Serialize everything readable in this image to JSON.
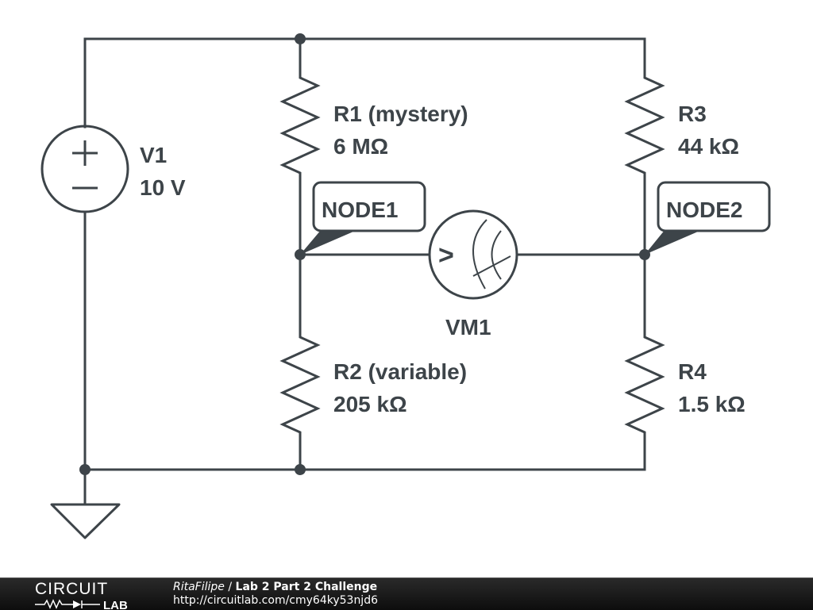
{
  "circuit": {
    "components": {
      "V1": {
        "name": "V1",
        "value": "10 V",
        "type": "voltage-source"
      },
      "R1": {
        "name": "R1 (mystery)",
        "value": "6 MΩ",
        "type": "resistor"
      },
      "R2": {
        "name": "R2 (variable)",
        "value": "205 kΩ",
        "type": "resistor"
      },
      "R3": {
        "name": "R3",
        "value": "44 kΩ",
        "type": "resistor"
      },
      "R4": {
        "name": "R4",
        "value": "1.5 kΩ",
        "type": "resistor"
      },
      "VM1": {
        "name": "VM1",
        "type": "voltmeter",
        "symbol": ">"
      }
    },
    "nodes": {
      "node1": "NODE1",
      "node2": "NODE2"
    },
    "source_symbols": {
      "plus": "+",
      "minus": "−"
    }
  },
  "footer": {
    "logo_top": "CIRCUIT",
    "logo_bottom": "LAB",
    "author": "RitaFilipe",
    "separator": " / ",
    "title": "Lab 2 Part 2 Challenge",
    "url": "http://circuitlab.com/cmy64ky53njd6"
  }
}
